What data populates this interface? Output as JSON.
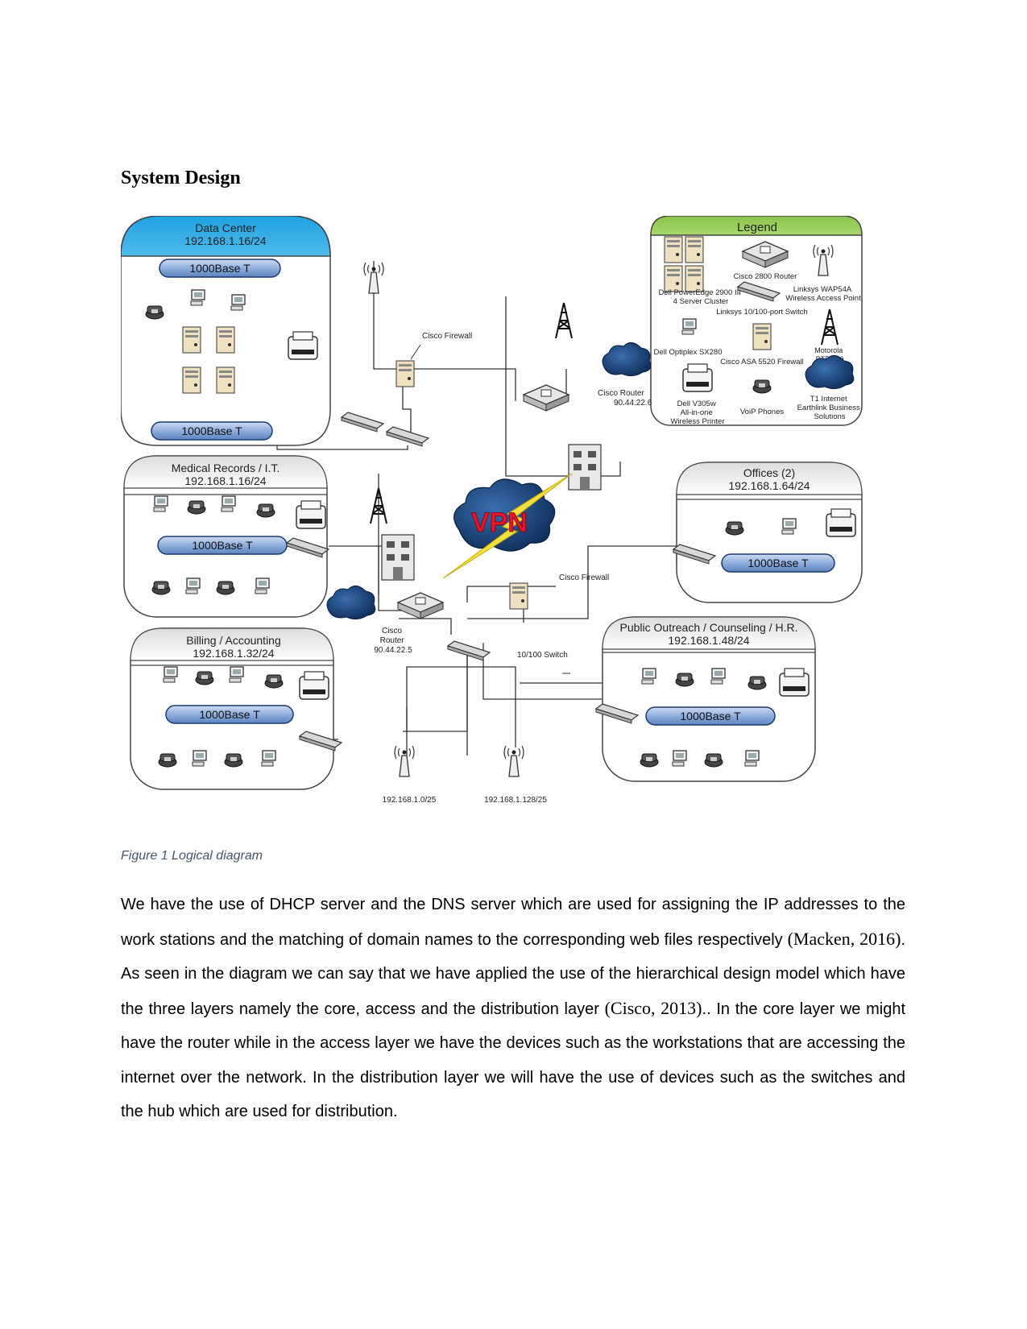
{
  "page": {
    "heading": "System Design"
  },
  "figure": {
    "caption": "Figure 1 Logical diagram",
    "zones": {
      "data_center": {
        "name": "Data Center",
        "subnet": "192.168.1.16/24",
        "bus_top": "1000Base T",
        "bus_bottom": "1000Base T"
      },
      "medical": {
        "name": "Medical Records / I.T.",
        "subnet": "192.168.1.16/24",
        "bus": "1000Base T"
      },
      "billing": {
        "name": "Billing / Accounting",
        "subnet": "192.168.1.32/24",
        "bus": "1000Base T"
      },
      "offices": {
        "name": "Offices (2)",
        "subnet": "192.168.1.64/24",
        "bus": "1000Base T"
      },
      "outreach": {
        "name": "Public Outreach / Counseling / H.R.",
        "subnet": "192.168.1.48/24",
        "bus": "1000Base T"
      }
    },
    "legend": {
      "title": "Legend",
      "server_cluster": [
        "Dell PowerEdge 2900 III",
        "4 Server Cluster"
      ],
      "router": "Cisco 2800 Router",
      "wap": [
        "Linksys WAP54A",
        "Wireless Access Point"
      ],
      "switch": "Linksys 10/100-port Switch",
      "workstation": "Dell Optiplex SX280",
      "firewall": "Cisco ASA 5520 Firewall",
      "tower": [
        "Motorola",
        "PTP 600"
      ],
      "printer": [
        "Dell V305w",
        "All-in-one",
        "Wireless Printer"
      ],
      "phone": "VoiP Phones",
      "cloud": [
        "T1 Internet",
        "Earthlink Business",
        "Solutions"
      ]
    },
    "labels": {
      "firewall_top": "Cisco Firewall",
      "router_top": [
        "Cisco Router",
        "90.44.22.6"
      ],
      "firewall_mid": "Cisco Firewall",
      "router_mid": [
        "Cisco",
        "Router",
        "90.44.22.5"
      ],
      "switch_mid": "10/100 Switch",
      "vpn": "VPN",
      "wap_left": "192.168.1.0/25",
      "wap_right": "192.168.1.128/25"
    }
  },
  "paragraph": {
    "t1": "We have the use of DHCP server and the DNS server which are used for assigning the IP addresses to the work stations and the matching of domain names to the corresponding web files respectively ",
    "c1": "(Macken, 2016)",
    "t2": ".  As seen in the diagram we can say that we have applied the use of the hierarchical design model which have the three layers namely the core, access and the distribution layer ",
    "c2": "(Cisco, 2013)",
    "t3": ".. In the core layer we might have the router while in the access layer we have the devices such as the workstations that are accessing the internet over the network. In the distribution layer we will have the use of devices such as the switches and the hub which are used for distribution."
  }
}
